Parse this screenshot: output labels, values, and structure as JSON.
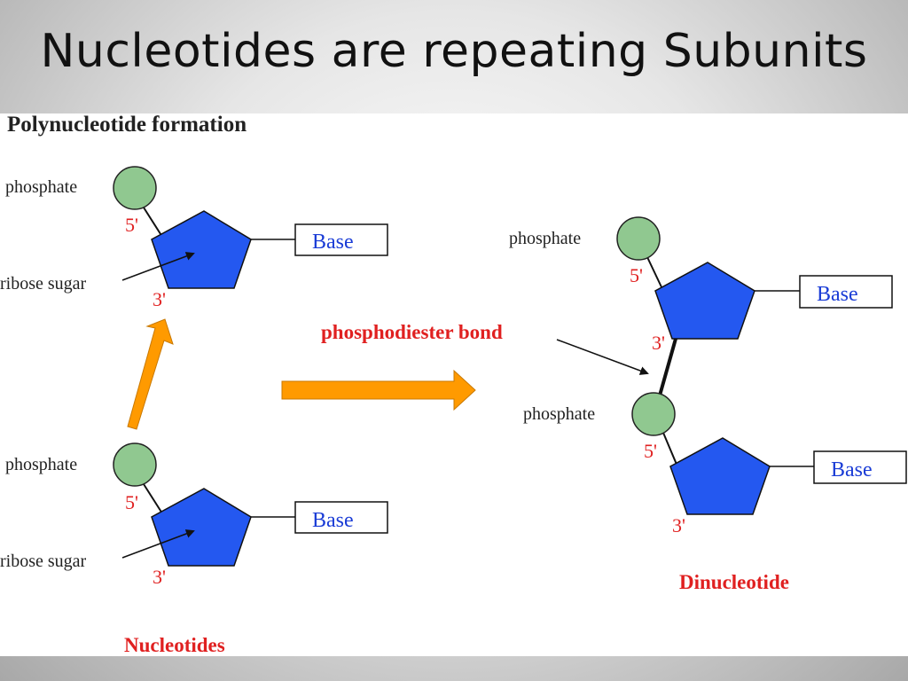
{
  "slide": {
    "title": "Nucleotides are repeating Subunits"
  },
  "figure": {
    "heading": "Polynucleotide formation",
    "phosphate_label": "phosphate",
    "ribose_label": "ribose sugar",
    "base_label": "Base",
    "five_prime": "5'",
    "three_prime": "3'",
    "bond_label": "phosphodiester bond",
    "nucleotides_caption": "Nucleotides",
    "dinucleotide_caption": "Dinucleotide",
    "colors": {
      "phosphate": "#90c890",
      "sugar": "#2458f0",
      "arrow": "#ff9a00",
      "red_label": "#e02020",
      "base_text": "#1a3cd6"
    }
  }
}
